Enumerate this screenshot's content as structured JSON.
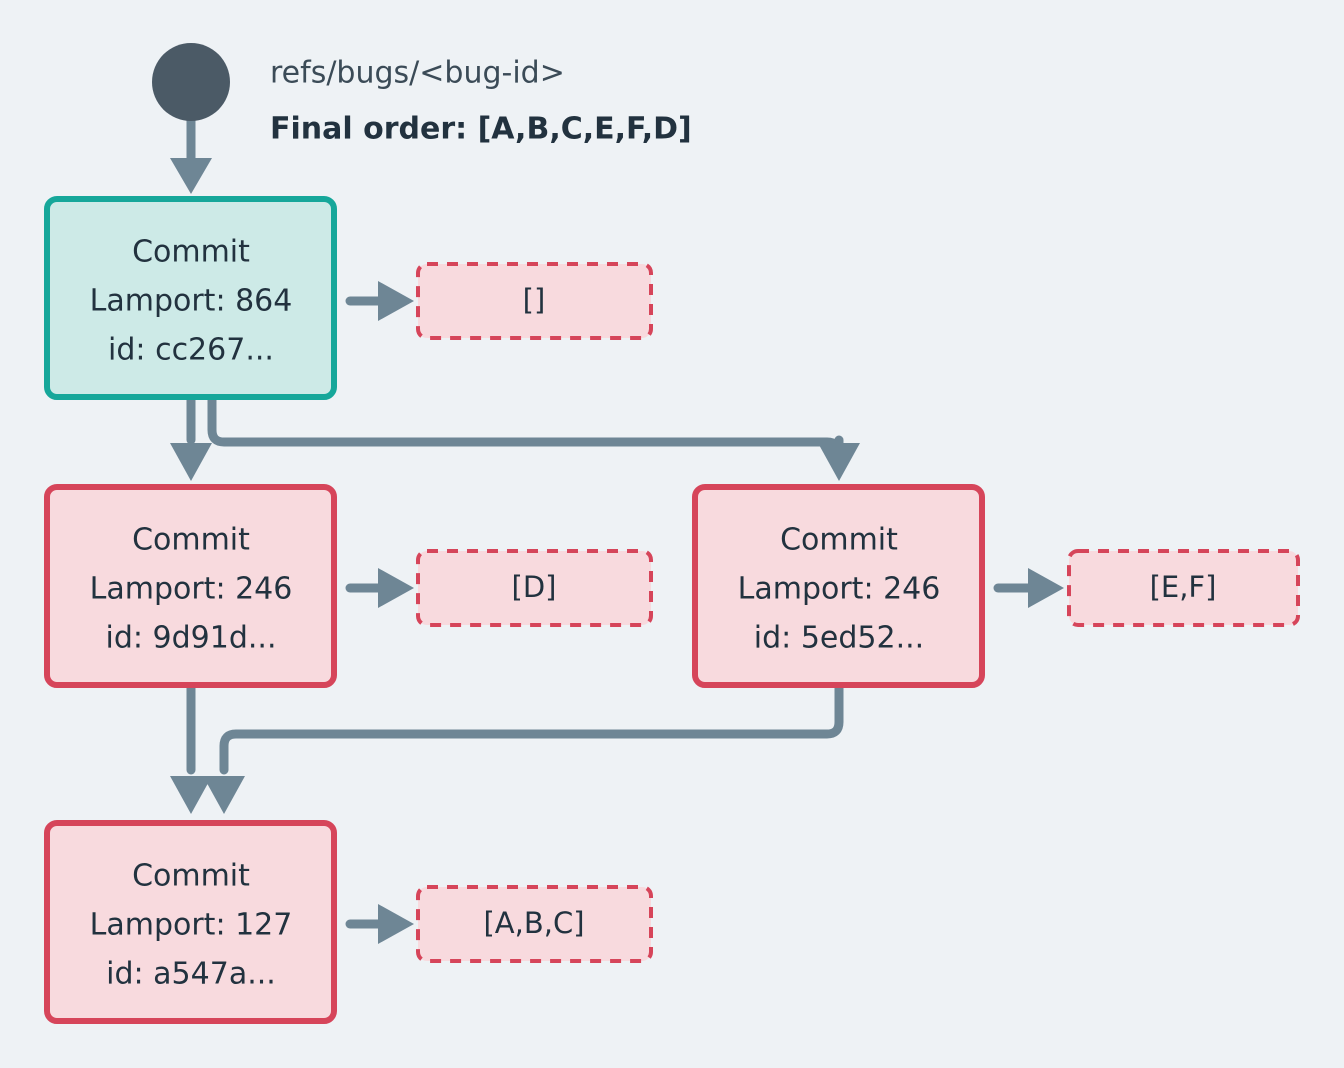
{
  "diagram": {
    "background_color": "#eef2f5",
    "root": {
      "marker_name": "root-node-circle",
      "marker_color": "#4b5a66",
      "ref_label": "refs/bugs/<bug-id>",
      "order_label": "Final order: [A,B,C,E,F,D]"
    },
    "colors": {
      "head_node_border": "#16a79a",
      "head_node_fill": "#cdeae7",
      "commit_node_border": "#d6455a",
      "commit_node_fill": "#f8dade",
      "op_box_border": "#d6455a",
      "op_box_fill": "#f8dade",
      "edge": "#6e8695",
      "text": "#22323f"
    },
    "nodes": [
      {
        "id": "cc267",
        "kind": "head-commit",
        "title": "Commit",
        "lamport_line": "Lamport: 864",
        "id_line": "id: cc267...",
        "operations": "[]"
      },
      {
        "id": "9d91d",
        "kind": "commit",
        "title": "Commit",
        "lamport_line": "Lamport: 246",
        "id_line": "id: 9d91d...",
        "operations": "[D]"
      },
      {
        "id": "5ed52",
        "kind": "commit",
        "title": "Commit",
        "lamport_line": "Lamport: 246",
        "id_line": "id: 5ed52...",
        "operations": "[E,F]"
      },
      {
        "id": "a547a",
        "kind": "commit",
        "title": "Commit",
        "lamport_line": "Lamport: 127",
        "id_line": "id: a547a...",
        "operations": "[A,B,C]"
      }
    ]
  }
}
